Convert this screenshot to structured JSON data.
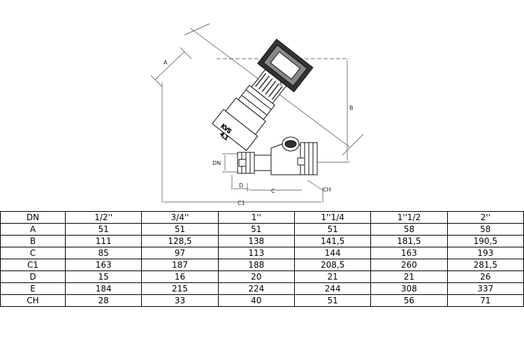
{
  "drawing": {
    "dimension_labels": {
      "a": "A",
      "b": "B",
      "e": "E",
      "dn": "DN",
      "d": "D",
      "c": "C",
      "c1": "C1",
      "ch": "CH"
    },
    "body_marking": {
      "line1": "KVS",
      "line2": "4,1"
    }
  },
  "table": {
    "rows": [
      {
        "label": "DN",
        "values": [
          "1/2''",
          "3/4''",
          "1''",
          "1''1/4",
          "1''1/2",
          "2''"
        ]
      },
      {
        "label": "A",
        "values": [
          "51",
          "51",
          "51",
          "51",
          "58",
          "58"
        ]
      },
      {
        "label": "B",
        "values": [
          "111",
          "128,5",
          "138",
          "141,5",
          "181,5",
          "190,5"
        ]
      },
      {
        "label": "C",
        "values": [
          "85",
          "97",
          "113",
          "144",
          "163",
          "193"
        ]
      },
      {
        "label": "C1",
        "values": [
          "163",
          "187",
          "188",
          "208,5",
          "260",
          "281,5"
        ]
      },
      {
        "label": "D",
        "values": [
          "15",
          "16",
          "20",
          "21",
          "21",
          "26"
        ]
      },
      {
        "label": "E",
        "values": [
          "184",
          "215",
          "224",
          "244",
          "308",
          "337"
        ]
      },
      {
        "label": "CH",
        "values": [
          "28",
          "33",
          "40",
          "51",
          "56",
          "71"
        ]
      }
    ]
  }
}
